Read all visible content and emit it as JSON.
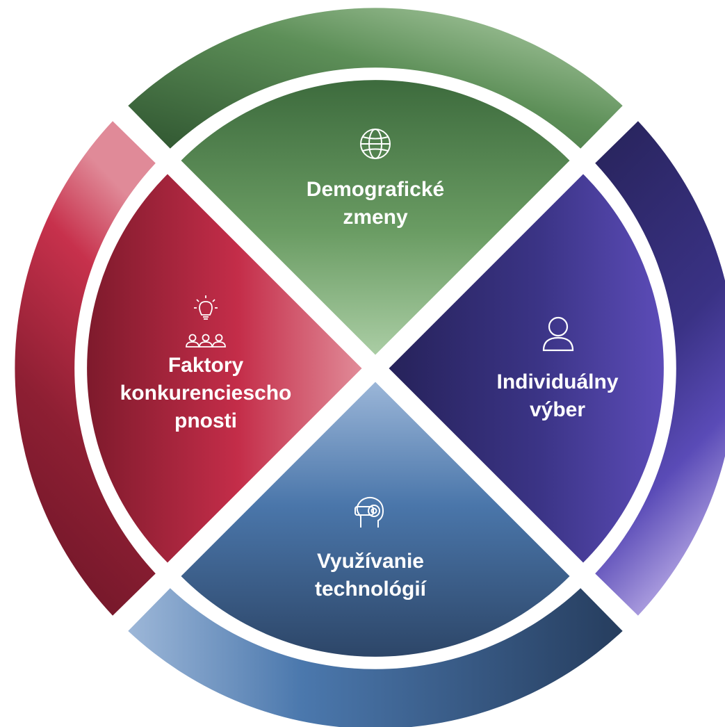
{
  "segments": {
    "top": {
      "lines": [
        "Demografické",
        "zmeny"
      ],
      "icon": "globe-icon"
    },
    "right": {
      "lines": [
        "Individuálny",
        "výber"
      ],
      "icon": "person-icon"
    },
    "bottom": {
      "lines": [
        "Využívanie",
        "technológií"
      ],
      "icon": "vr-headset-icon"
    },
    "left": {
      "lines": [
        "Faktory",
        "konkurencieschо",
        "pnosti"
      ],
      "icon": "idea-team-icon"
    }
  },
  "colors": {
    "green_dark": "#2f5a32",
    "green_light": "#a9cba3",
    "purple_dark": "#2a2660",
    "purple_light": "#5b4bb5",
    "blue_dark": "#2c4466",
    "blue_light": "#8fb0d6",
    "red_dark": "#6e1626",
    "red_light": "#d8808e"
  }
}
